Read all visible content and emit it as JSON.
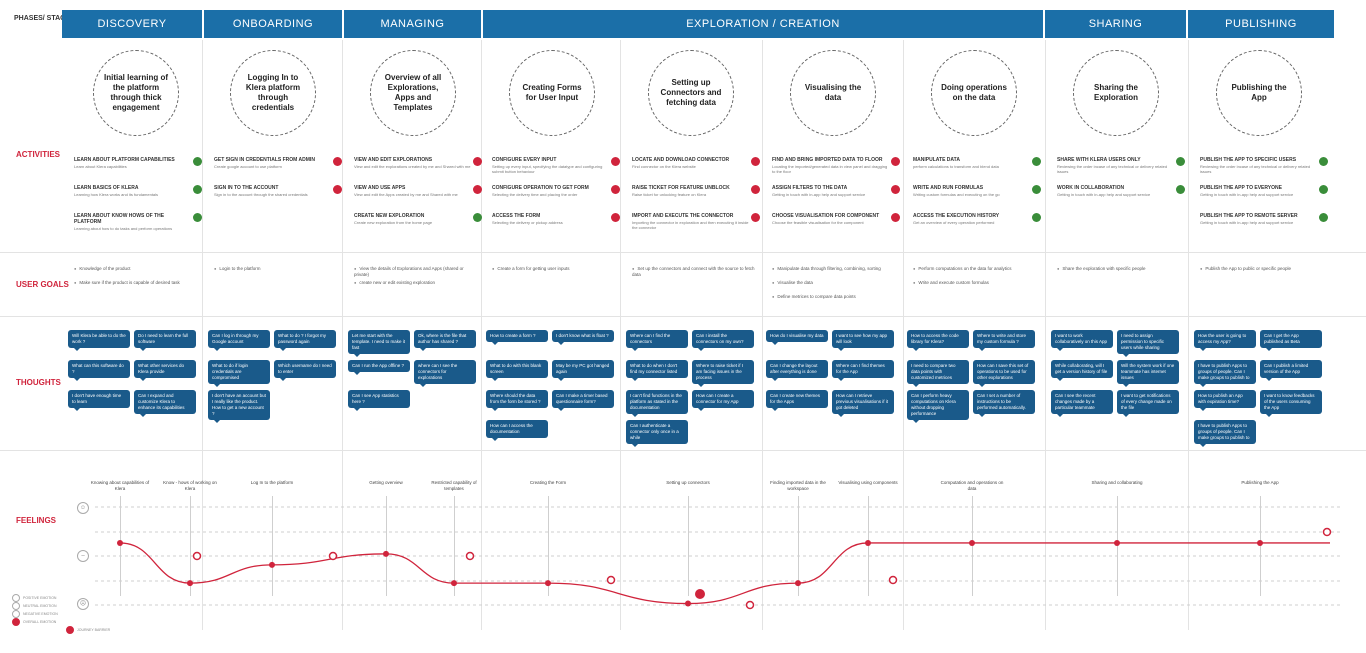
{
  "stage_label": "PHASES/ STAGES",
  "phases": [
    {
      "label": "DISCOVERY"
    },
    {
      "label": "ONBOARDING"
    },
    {
      "label": "MANAGING"
    },
    {
      "label": "EXPLORATION  / CREATION"
    },
    {
      "label": "SHARING"
    },
    {
      "label": "PUBLISHING"
    }
  ],
  "rows": {
    "activities": "ACTIVITIES",
    "user_goals": "USER GOALS",
    "thoughts": "THOUGHTS",
    "feelings": "FEELINGS"
  },
  "stages": [
    {
      "title": "Initial learning of the platform through thick engagement"
    },
    {
      "title": "Logging In to Klera platform through credentials"
    },
    {
      "title": "Overview of all Explorations, Apps and Templates"
    },
    {
      "title": "Creating Forms for User Input"
    },
    {
      "title": "Setting up Connectors and fetching data"
    },
    {
      "title": "Visualising the data"
    },
    {
      "title": "Doing operations on the data"
    },
    {
      "title": "Sharing the Exploration"
    },
    {
      "title": "Publishing the App"
    }
  ],
  "activities": [
    [
      {
        "title": "LEARN ABOUT PLATFORM CAPABILITIES",
        "desc": "Learn about Klera capabilities",
        "icon": "green"
      },
      {
        "title": "LEARN BASICS OF KLERA",
        "desc": "Learning how Klera works and its fundamentals",
        "icon": "green"
      },
      {
        "title": "LEARN ABOUT KNOW HOWS OF THE PLATFORM",
        "desc": "Learning about how to do tasks and perform operations",
        "icon": "green"
      }
    ],
    [
      {
        "title": "GET SIGN IN CREDENTIALS FROM ADMIN",
        "desc": "Create google account to use platform",
        "icon": "red"
      },
      {
        "title": "SIGN IN TO THE ACCOUNT",
        "desc": "Sign in to the account through the shared credentials",
        "icon": "red"
      }
    ],
    [
      {
        "title": "VIEW AND EDIT EXPLORATIONS",
        "desc": "View and edit the explorations created by me and Shared with me",
        "icon": "red"
      },
      {
        "title": "VIEW AND USE APPS",
        "desc": "View and edit the Apps created by me and Shared with me",
        "icon": "red"
      },
      {
        "title": "CREATE NEW EXPLORATION",
        "desc": "Create new exploration from the home page",
        "icon": "green"
      }
    ],
    [
      {
        "title": "CONFIGURE EVERY INPUT",
        "desc": "Setting up every input, specifying the datatype and configuring submit button behaviour",
        "icon": "red"
      },
      {
        "title": "CONFIGURE OPERATION TO GET FORM",
        "desc": "Selecting the delivery time and placing the order",
        "icon": "red"
      },
      {
        "title": "ACCESS THE FORM",
        "desc": "Selecting the delivery or pickup address",
        "icon": "red"
      }
    ],
    [
      {
        "title": "LOCATE AND DOWNLOAD CONNECTOR",
        "desc": "Find connector on the Klera website",
        "icon": "red"
      },
      {
        "title": "RAISE TICKET FOR FEATURE UNBLOCK",
        "desc": "Raise ticket for unlocking feature on Klera",
        "icon": "red"
      },
      {
        "title": "IMPORT AND EXECUTE THE CONNECTOR",
        "desc": "Importing the connector in exploration and then executing it inside the connector",
        "icon": "red"
      }
    ],
    [
      {
        "title": "FIND AND BRING IMPORTED DATA TO FLOOR",
        "desc": "Locating the imported/generated data in view panel and dragging to the floor",
        "icon": "red"
      },
      {
        "title": "ASSIGN FILTERS TO THE DATA",
        "desc": "Getting in touch with in-app help and support service",
        "icon": "red"
      },
      {
        "title": "CHOOSE VISUALISATION FOR COMPONENT",
        "desc": "Choose the feasible visualisation for the component",
        "icon": "red"
      }
    ],
    [
      {
        "title": "MANIPULATE DATA",
        "desc": "perform calculations to transform and blend data",
        "icon": "green"
      },
      {
        "title": "WRITE AND RUN FORMULAS",
        "desc": "Writing custom formulas and executing on the go",
        "icon": "green"
      },
      {
        "title": "ACCESS THE EXECUTION HISTORY",
        "desc": "Get an overview of every operation performed",
        "icon": "green"
      }
    ],
    [
      {
        "title": "SHARE WITH KLERA USERS ONLY",
        "desc": "Reviewing the order incase of any technical or delivery related issues",
        "icon": "green"
      },
      {
        "title": "WORK IN COLLABORATION",
        "desc": "Getting in touch with in-app help and support service",
        "icon": "green"
      }
    ],
    [
      {
        "title": "PUBLISH THE APP TO SPECIFIC USERS",
        "desc": "Reviewing the order incase of any technical or delivery related issues",
        "icon": "green"
      },
      {
        "title": "PUBLISH THE APP TO EVERYONE",
        "desc": "Getting in touch with in-app help and support service",
        "icon": "green"
      },
      {
        "title": "PUBLISH THE APP TO REMOTE SERVER",
        "desc": "Getting in touch with in-app help and support service",
        "icon": "green"
      }
    ]
  ],
  "goals": [
    [
      "Knowledge of the product",
      "Make sure if the product is capable of desired task"
    ],
    [
      "Login to the platform"
    ],
    [
      "View the details of Explorations and Apps (shared or private)",
      "create new or edit existing exploration"
    ],
    [
      "Create a form for getting user inputs"
    ],
    [
      "Set up the connectors and connect with the source to fetch data"
    ],
    [
      "Manipulate data through filtering, combining, sorting",
      "Visualise the data",
      "Define metrices to compare data points"
    ],
    [
      "Perform computations on the data for analytics",
      "Write and execute custom formulas"
    ],
    [
      "Share the exploration with specific people"
    ],
    [
      "Publish the App to public or specific people"
    ]
  ],
  "thoughts": [
    [
      "Will Klera be able to do the work ?",
      "Do I need to learn the full software",
      "What can this software do ?",
      "What other services do Klera provide",
      "I don't have enough time to learn",
      "Can I expand and customize Klera to enhance its capabilities"
    ],
    [
      "Can I log in through my Google account",
      "What to do ? I forgot my password again",
      "What to do if login credentials are compromised",
      "Which username do I need to enter",
      "I don't have an account but I really like the product. How to get a new account ?"
    ],
    [
      "Let me start with the template. I need to make it fast",
      "Ok, where is the file that author has shared ?",
      "Can I run the App offline ?",
      "where can I see the connectors for explorations",
      "Can I see App statistics here ?"
    ],
    [
      "How to create a form ?",
      "I don't know what is float ?",
      "What to do with this blank screen",
      "May be my PC got hanged again",
      "Where should the data from the form be stored ?",
      "Can I make a timer based questionnaire form?",
      "How can I access the documentation"
    ],
    [
      "Where can I find the connectors",
      "Can I install the connectors on my own?",
      "What to do when I don't find my connector listed",
      "Where to raise ticket if I am facing issues in the process",
      "I can't find functions in the platform as stated in the documentation",
      "How can I create a connector for my App",
      "Can I authenticate a connector only once in a while"
    ],
    [
      "How do I visualise my data",
      "I want to see how my app will look",
      "Can I change the layout after everything is done",
      "Where can I find themes for the App",
      "Can I create new themes for the Apps",
      "How can I retrieve previous visualisations if it got deleted"
    ],
    [
      "How to access the code library for Klera?",
      "Where to write and store my custom formula ?",
      "I need to compare two data points with customized metrices",
      "How can I save this set of operations to be used for other explorations",
      "Can I perform heavy computations on Klera without dropping performance",
      "Can I set a number of instructions to be performed automatically."
    ],
    [
      "I want to work collaboratively on this App",
      "I need to assign permission to specific users while sharing",
      "While collaborating, will I get a version history of file",
      "Will the system work if one teammate has internet issues",
      "Can I see the recent changes made by a particular teammate",
      "I want to get notifications of every change made on the file"
    ],
    [
      "How the user is going to access my App?",
      "Can I get the App published as Beta",
      "I have to publish Apps to groups of people. Can I make groups to publish to",
      "Can I publish a limited version of the App",
      "How to publish an App with expiration time?",
      "I want to know feedbacks of the users consuming the App",
      "I have to publish Apps to groups of people. Can I make groups to publish to"
    ]
  ],
  "feelings_labels": [
    "Knowing about capabilities of Klera",
    "Know - hows of working on Klera",
    "Log In to the platform",
    "Getting overview",
    "Restricted capability of templates",
    "Creating the Form",
    "Setting up connectors",
    "Finding imported data in the workspace",
    "Visualising using components",
    "Computation and operations on data",
    "Sharing and collaborating",
    "Publishing the App"
  ],
  "emotion_curve": [
    {
      "step": 1,
      "level": 0.85
    },
    {
      "step": 2,
      "level": 0.3
    },
    {
      "step": 3,
      "level": 0.55
    },
    {
      "step": 4,
      "level": 0.7
    },
    {
      "step": 5,
      "level": 0.3
    },
    {
      "step": 6,
      "level": 0.3
    },
    {
      "step": 7,
      "level": 0.02
    },
    {
      "step": 8,
      "level": 0.3
    },
    {
      "step": 9,
      "level": 0.85
    },
    {
      "step": 10,
      "level": 0.85
    },
    {
      "step": 11,
      "level": 0.85
    },
    {
      "step": 12,
      "level": 0.85
    }
  ],
  "legend": [
    "POSITIVE EMOTION",
    "NEUTRAL EMOTION",
    "NEGATIVE EMOTION",
    "OVERALL EMOTION",
    "JOURNEY BARRIER"
  ],
  "colors": {
    "header": "#1b6fa8",
    "bubble": "#1a5a8a",
    "accent": "#d0243c",
    "positive": "#3a8d3a"
  }
}
